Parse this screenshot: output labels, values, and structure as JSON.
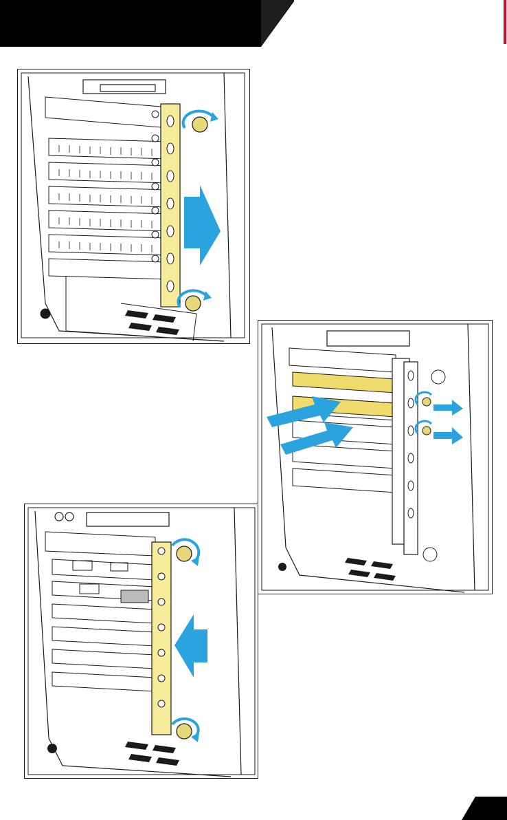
{
  "page": {
    "page_number": ""
  },
  "colors": {
    "header_bar": "#000000",
    "accent_mark": "#c8102e",
    "highlight_bracket": "#f7ec9c",
    "arrow": "#2aa3de",
    "line_art": "#1a1a1a"
  },
  "figures": [
    {
      "id": "figure-remove-bracket",
      "arrows": [
        "arrow-right"
      ],
      "icons": [
        "thumbscrew-rotate-icon",
        "thumbscrew-rotate-icon"
      ]
    },
    {
      "id": "figure-insert-cards",
      "arrows": [
        "arrow-insert",
        "arrow-insert",
        "arrow-right-small",
        "arrow-right-small"
      ],
      "icons": [
        "screw-remove-icon",
        "screw-remove-icon"
      ]
    },
    {
      "id": "figure-reinstall-bracket",
      "arrows": [
        "arrow-left"
      ],
      "icons": [
        "thumbscrew-rotate-icon",
        "thumbscrew-rotate-icon"
      ]
    }
  ]
}
